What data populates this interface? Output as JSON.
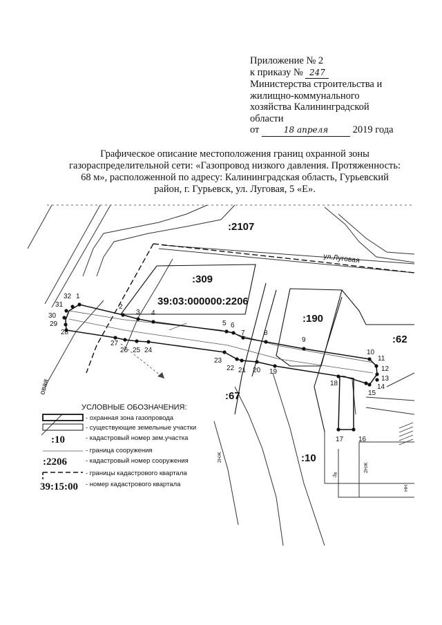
{
  "header": {
    "line1": "Приложение № 2",
    "line2_prefix": "к приказу №",
    "order_number": "247",
    "line3": "Министерства строительства и",
    "line4": "жилищно-коммунального",
    "line5": "хозяйства Калининградской",
    "line6": "области",
    "date_prefix": "от",
    "date_hand": "18 апреля",
    "date_suffix": "2019 года"
  },
  "title": {
    "line1": "Графическое описание местоположения границ охранной зоны",
    "line2": "газораспределительной сети: «Газопровод низкого давления. Протяженность:",
    "line3": "68 м», расположенной по адресу: Калининградская область, Гурьевский",
    "line4": "район, г. Гурьевск, ул. Луговая, 5 «Е»."
  },
  "map": {
    "parcels": {
      "p2107": ":2107",
      "p309": ":309",
      "p190": ":190",
      "p62": ":62",
      "p67": ":67",
      "p10": ":10"
    },
    "structure_label": "39:03:000000:2206",
    "street_label": "ул.Луговая",
    "street_label_left": "овая",
    "building_labels": {
      "b1": "2НЖ",
      "b2": "2НЖ",
      "b3": "Зв",
      "b4": "НН"
    },
    "points": [
      "1",
      "2",
      "3",
      "4",
      "5",
      "6",
      "7",
      "8",
      "9",
      "10",
      "11",
      "12",
      "13",
      "14",
      "15",
      "16",
      "17",
      "18",
      "19",
      "20",
      "21",
      "22",
      "23",
      "24",
      "25",
      "26",
      "27",
      "28",
      "29",
      "30",
      "31",
      "32"
    ],
    "colors": {
      "zone_outline": "#111111",
      "dashed": "#999999"
    }
  },
  "legend": {
    "heading": "УСЛОВНЫЕ ОБОЗНАЧЕНИЯ:",
    "items": [
      {
        "symbol": "",
        "text": "- охранная зона газопровода"
      },
      {
        "symbol": "",
        "text": "- существующие земельные участки"
      },
      {
        "symbol": ":10",
        "text": "- кадастровый номер зем.участка"
      },
      {
        "symbol": "",
        "text": "- граница сооружения"
      },
      {
        "symbol": ":2206",
        "text": "- кадастровый номер сооружения"
      },
      {
        "symbol": "",
        "text": "- границы кадастрового квартала"
      },
      {
        "symbol": "39:15:00",
        "text": "- номер кадастрового квартала"
      }
    ]
  }
}
